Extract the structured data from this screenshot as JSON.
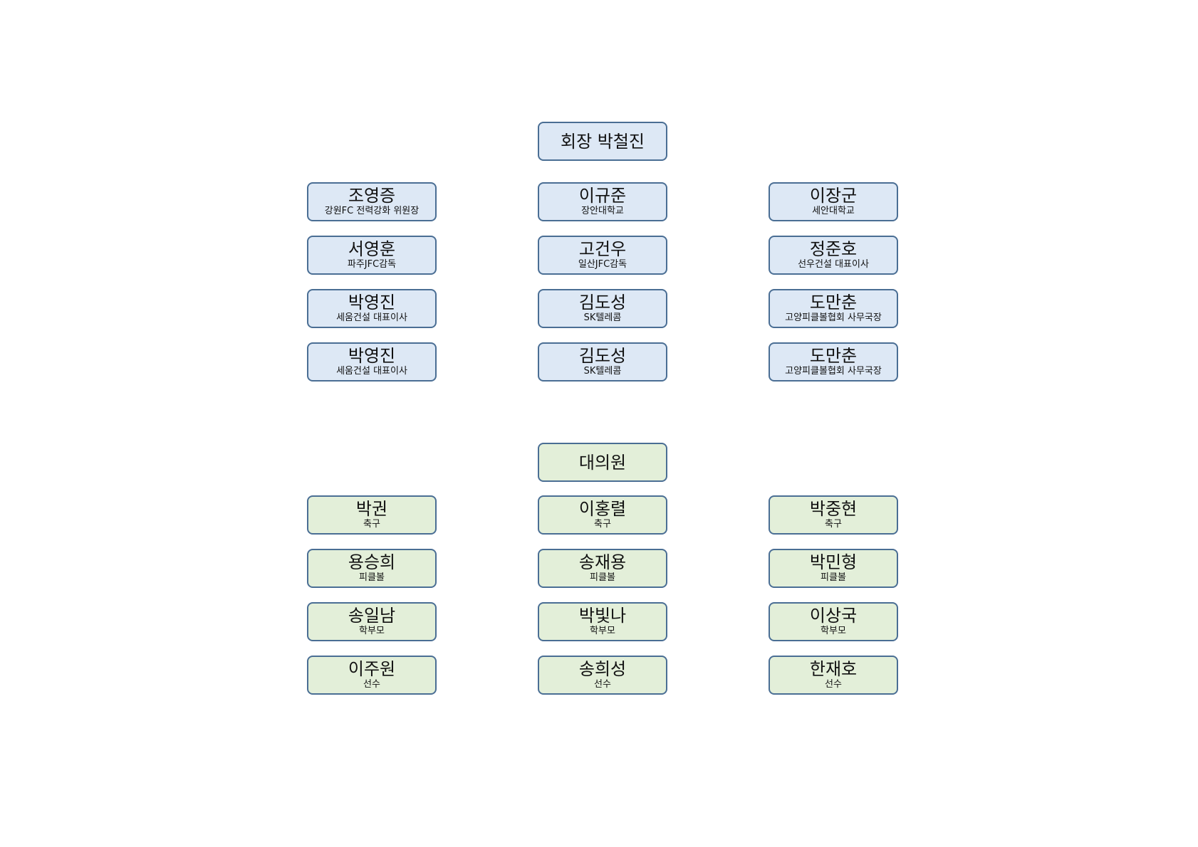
{
  "chairman": {
    "title": "회장 박철진"
  },
  "executives": [
    [
      {
        "name": "조영증",
        "sub": "강원FC 전력강화 위원장"
      },
      {
        "name": "이규준",
        "sub": "장안대학교"
      },
      {
        "name": "이장군",
        "sub": "세안대학교"
      }
    ],
    [
      {
        "name": "서영훈",
        "sub": "파주JFC감독"
      },
      {
        "name": "고건우",
        "sub": "일산JFC감독"
      },
      {
        "name": "정준호",
        "sub": "선우건설 대표이사"
      }
    ],
    [
      {
        "name": "박영진",
        "sub": "세움건설 대표이사"
      },
      {
        "name": "김도성",
        "sub": "SK텔레콤"
      },
      {
        "name": "도만춘",
        "sub": "고양피클볼협회 사무국장"
      }
    ],
    [
      {
        "name": "박영진",
        "sub": "세움건설 대표이사"
      },
      {
        "name": "김도성",
        "sub": "SK텔레콤"
      },
      {
        "name": "도만춘",
        "sub": "고양피클볼협회 사무국장"
      }
    ]
  ],
  "delegates_header": {
    "title": "대의원"
  },
  "delegates": [
    [
      {
        "name": "박권",
        "sub": "축구"
      },
      {
        "name": "이홍렬",
        "sub": "축구"
      },
      {
        "name": "박중현",
        "sub": "축구"
      }
    ],
    [
      {
        "name": "용승희",
        "sub": "피클볼"
      },
      {
        "name": "송재용",
        "sub": "피클볼"
      },
      {
        "name": "박민형",
        "sub": "피클볼"
      }
    ],
    [
      {
        "name": "송일남",
        "sub": "학부모"
      },
      {
        "name": "박빛나",
        "sub": "학부모"
      },
      {
        "name": "이상국",
        "sub": "학부모"
      }
    ],
    [
      {
        "name": "이주원",
        "sub": "선수"
      },
      {
        "name": "송희성",
        "sub": "선수"
      },
      {
        "name": "한재호",
        "sub": "선수"
      }
    ]
  ]
}
